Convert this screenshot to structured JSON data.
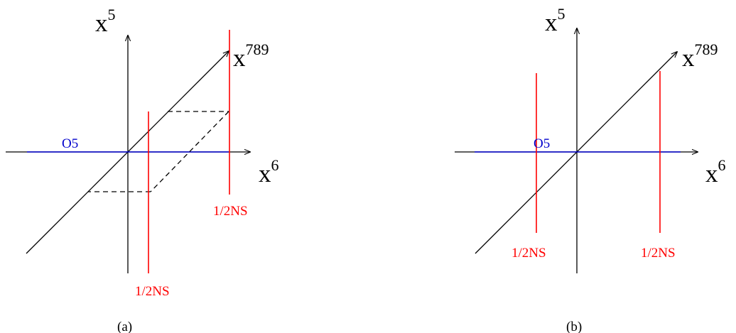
{
  "colors": {
    "axis": "#000000",
    "ns5brane": "#ff0000",
    "o5plane": "#0000cc"
  },
  "panel_a": {
    "caption": "(a)",
    "axis_x5": {
      "base": "x",
      "sup": "5"
    },
    "axis_x6": {
      "base": "x",
      "sup": "6"
    },
    "axis_x789": {
      "base": "x",
      "sup": "789"
    },
    "o5_label": "O5",
    "ns_label_upper": "1/2NS",
    "ns_label_lower": "1/2NS"
  },
  "panel_b": {
    "caption": "(b)",
    "axis_x5": {
      "base": "x",
      "sup": "5"
    },
    "axis_x6": {
      "base": "x",
      "sup": "6"
    },
    "axis_x789": {
      "base": "x",
      "sup": "789"
    },
    "o5_label": "O5",
    "ns_label_left": "1/2NS",
    "ns_label_right": "1/2NS"
  }
}
